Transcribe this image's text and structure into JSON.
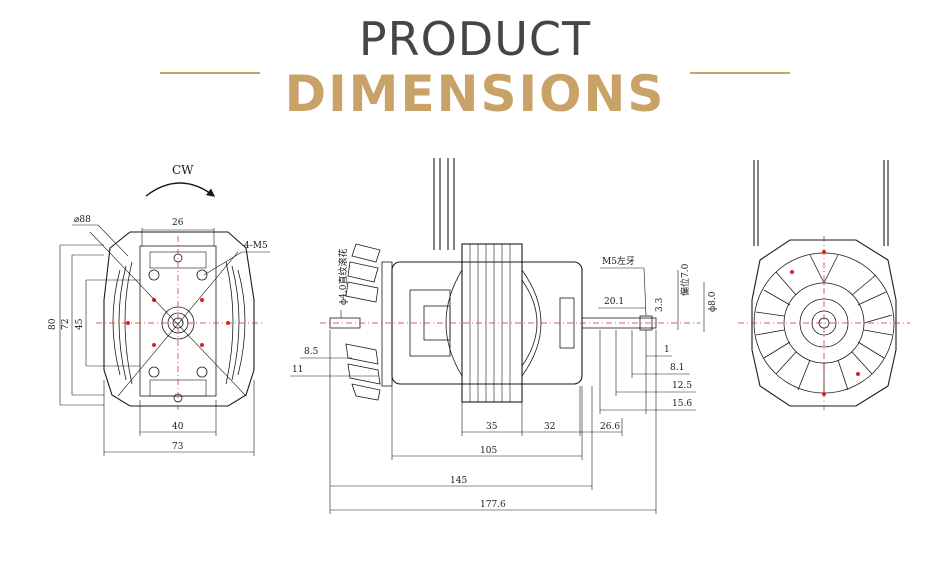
{
  "header": {
    "title_line1": "PRODUCT",
    "title_line2": "DIMENSIONS",
    "accent_color": "#c8a266",
    "title_color": "#454545"
  },
  "front_view": {
    "rotation_label": "CW",
    "dia_label": "⌀88",
    "top_width": "26",
    "hole_label": "4-M5",
    "height_80": "80",
    "height_72": "72",
    "height_45": "45",
    "bottom_40": "40",
    "bottom_73": "73"
  },
  "side_view": {
    "knurl_label": "ϕ4.0直纹滚花",
    "thread_label": "M5左牙",
    "offset_label": "偏位7.0",
    "shaft_dia": "ϕ8.0",
    "dims": {
      "d3_3": "3.3",
      "d20_1": "20.1",
      "d1": "1",
      "d8_1": "8.1",
      "d12_5": "12.5",
      "d15_6": "15.6",
      "d8_5": "8.5",
      "d11": "11",
      "d35": "35",
      "d32": "32",
      "d26_6": "26.6",
      "d105": "105",
      "d145": "145",
      "d177_6": "177.6"
    }
  }
}
